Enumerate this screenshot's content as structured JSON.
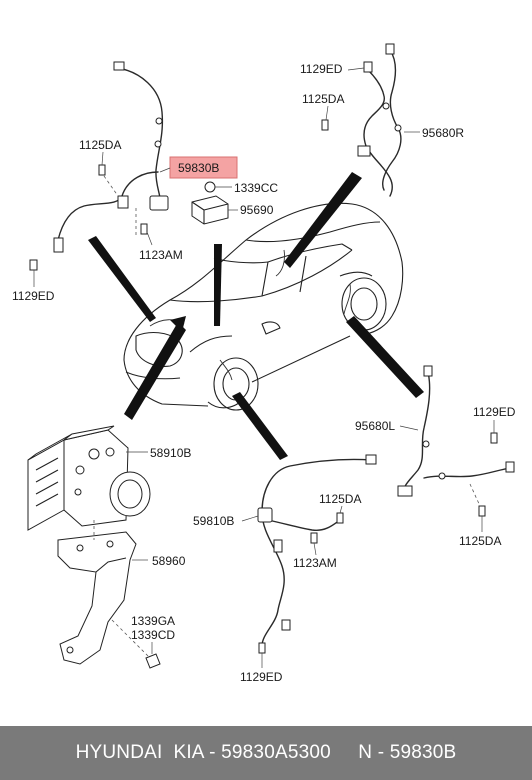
{
  "callouts": {
    "c1129ED_top": "1129ED",
    "c1125DA_top": "1125DA",
    "c95680R": "95680R",
    "c1125DA_left": "1125DA",
    "c59830B": "59830B",
    "c1339CC": "1339CC",
    "c95690": "95690",
    "c1123AM_top": "1123AM",
    "c1129ED_left": "1129ED",
    "c58910B": "58910B",
    "c95680L": "95680L",
    "c1129ED_right": "1129ED",
    "c1125DA_mid": "1125DA",
    "c59810B": "59810B",
    "c1123AM_bot": "1123AM",
    "c1125DA_right": "1125DA",
    "c58960": "58960",
    "c1339GA": "1339GA",
    "c1339CD": "1339CD",
    "c1129ED_bot": "1129ED"
  },
  "highlight": {
    "part": "59830B",
    "color": "#f4a3a3"
  },
  "footer": {
    "caption": "HYUNDAI  KIA - 59830A5300     N - 59830B"
  }
}
